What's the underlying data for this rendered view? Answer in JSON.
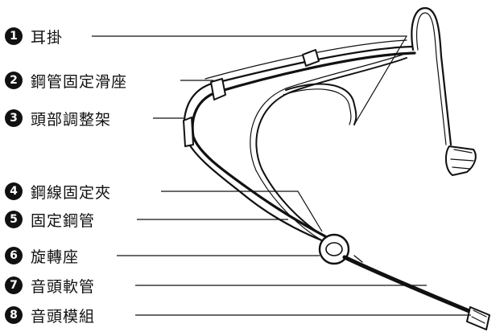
{
  "labels": [
    {
      "number": "1",
      "text": "耳掛"
    },
    {
      "number": "2",
      "text": "鋼管固定滑座"
    },
    {
      "number": "3",
      "text": "頭部調整架"
    },
    {
      "number": "4",
      "text": "鋼線固定夾"
    },
    {
      "number": "5",
      "text": "固定鋼管"
    },
    {
      "number": "6",
      "text": "旋轉座"
    },
    {
      "number": "7",
      "text": "音頭軟管"
    },
    {
      "number": "8",
      "text": "音頭模組"
    }
  ],
  "colors": {
    "ink": "#111111",
    "background": "#ffffff",
    "badge_text": "#ffffff"
  }
}
